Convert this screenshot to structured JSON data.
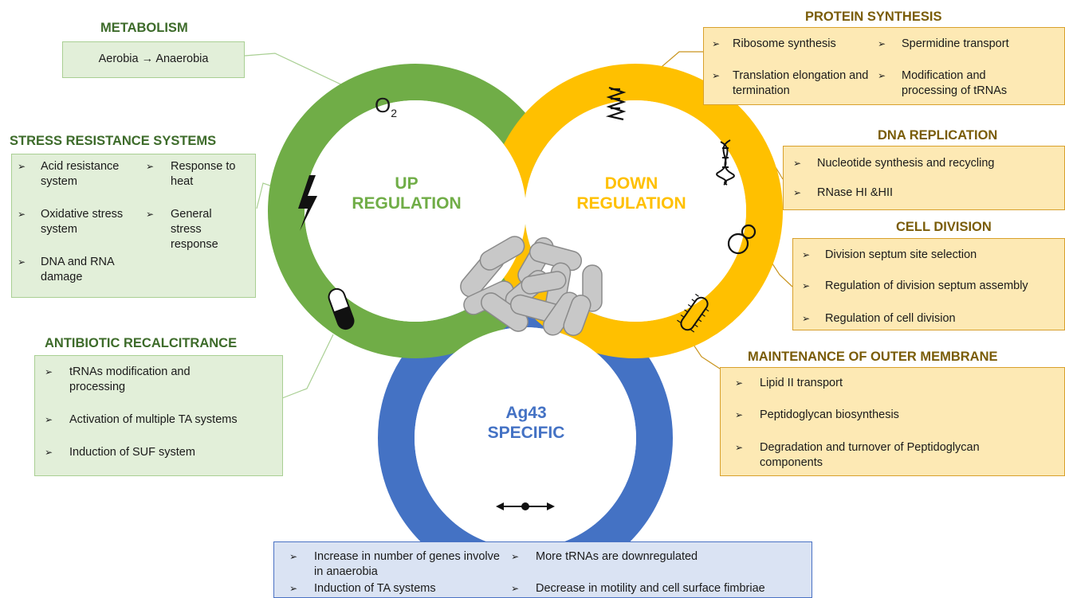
{
  "colors": {
    "up": "#70ad47",
    "down": "#ffc000",
    "specific": "#4472c4",
    "green_title": "#3d6b2a",
    "gold_title": "#7a5c08",
    "green_box": "#e2efd9",
    "yellow_box": "#fde9b4",
    "blue_box": "#dae3f3"
  },
  "bullet": "➢",
  "center": {
    "up": [
      "UP",
      "REGULATION"
    ],
    "down": [
      "DOWN",
      "REGULATION"
    ],
    "specific": [
      "Ag43",
      "SPECIFIC"
    ],
    "o2": "O",
    "o2_sub": "2"
  },
  "icons": [
    "oxygen-icon",
    "lightning-icon",
    "capsule-icon",
    "protein-helix-icon",
    "dna-icon",
    "dividing-cell-icon",
    "bacterium-icon",
    "motility-arrow-icon",
    "bacteria-cluster-icon"
  ],
  "metabolism": {
    "title": "METABOLISM",
    "text": "Aerobia → Anaerobia"
  },
  "stress": {
    "title": "STRESS RESISTANCE SYSTEMS",
    "items": [
      "Acid resistance system",
      "Response to heat",
      "Oxidative stress system",
      "General stress response",
      "DNA and RNA damage"
    ]
  },
  "antibiotic": {
    "title": "ANTIBIOTIC RECALCITRANCE",
    "items": [
      "tRNAs modification and processing",
      "Activation of multiple TA systems",
      "Induction of SUF system"
    ]
  },
  "protein": {
    "title": "PROTEIN SYNTHESIS",
    "items": [
      "Ribosome synthesis",
      "Spermidine transport",
      "Translation elongation and termination",
      "Modification and processing of tRNAs"
    ]
  },
  "dna": {
    "title": "DNA REPLICATION",
    "items": [
      "Nucleotide synthesis and recycling",
      "RNase HI &HII"
    ]
  },
  "division": {
    "title": "CELL DIVISION",
    "items": [
      "Division septum site selection",
      "Regulation of division septum assembly",
      "Regulation of cell division"
    ]
  },
  "membrane": {
    "title": "MAINTENANCE OF OUTER MEMBRANE",
    "items": [
      "Lipid II transport",
      "Peptidoglycan biosynthesis",
      "Degradation and turnover of Peptidoglycan components"
    ]
  },
  "specific_box": {
    "items": [
      "Increase in number of genes involve in anaerobia",
      "More tRNAs are downregulated",
      "Induction of TA systems",
      "Decrease in motility and cell surface fimbriae"
    ]
  }
}
